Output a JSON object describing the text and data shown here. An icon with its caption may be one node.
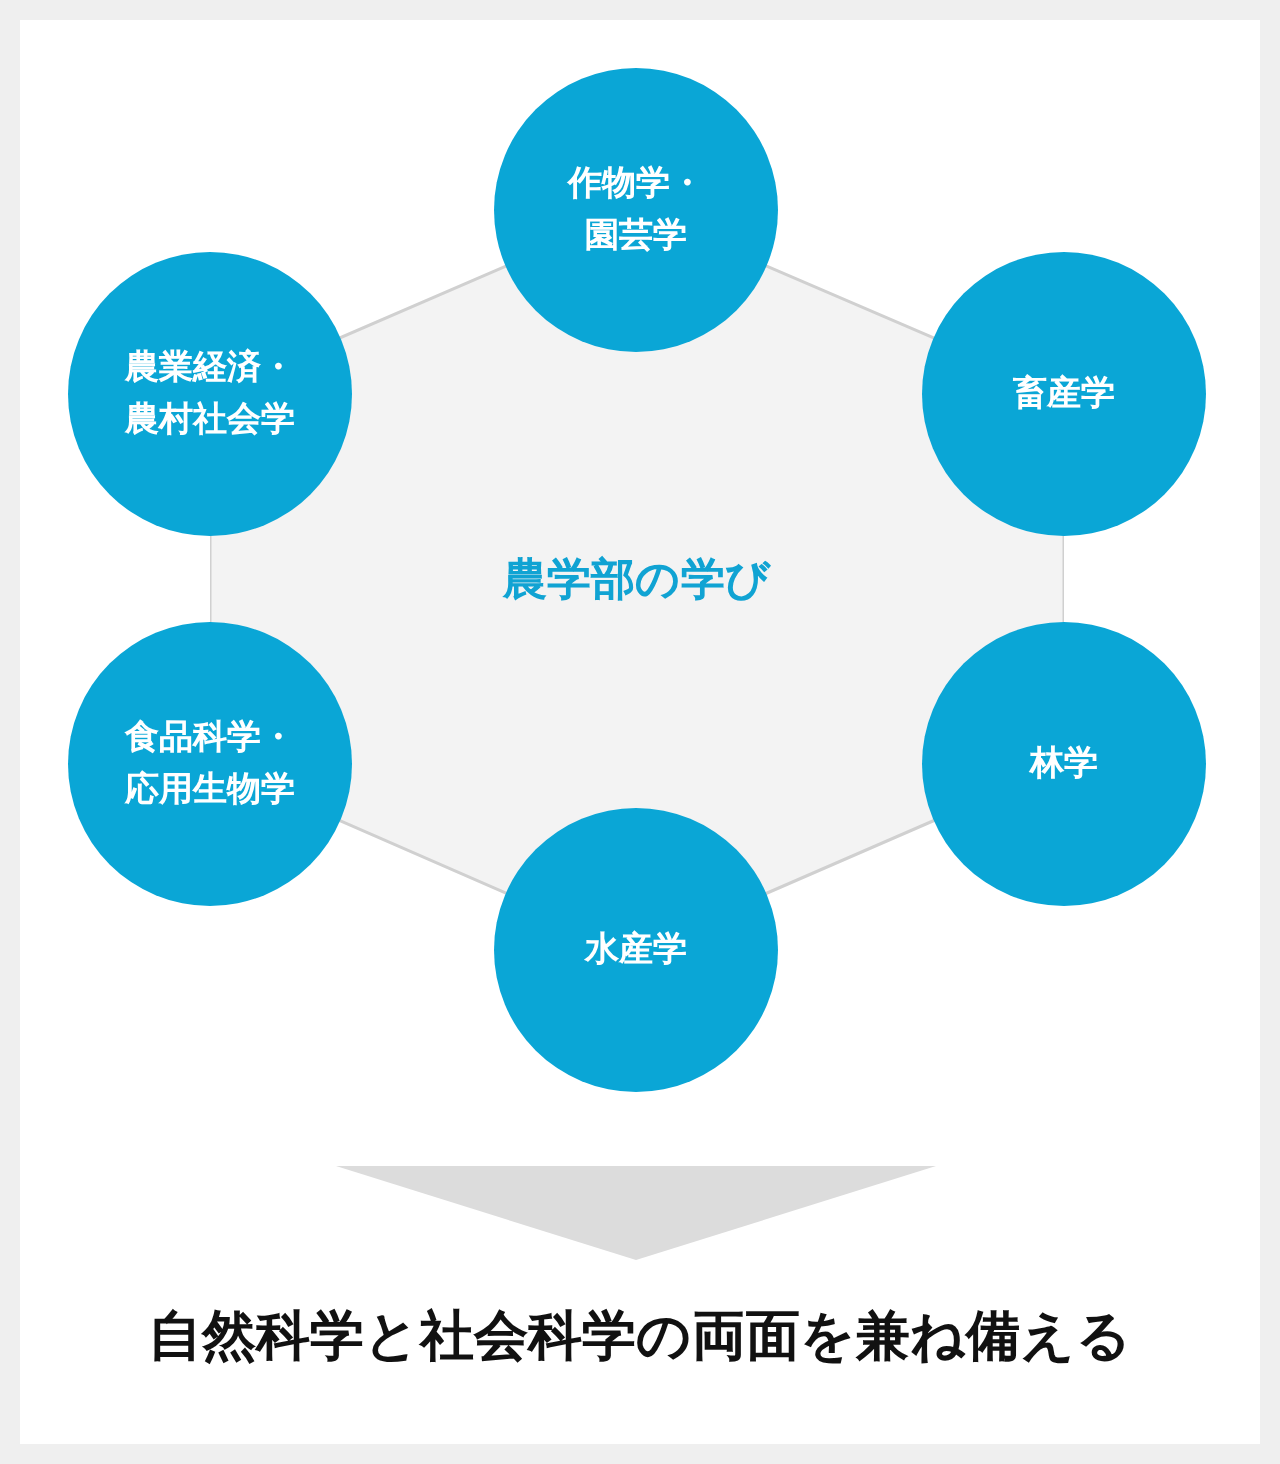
{
  "diagram": {
    "nodes": [
      {
        "text": [
          "農学部の学び"
        ]
      },
      {
        "text": [
          "作物学・園芸学"
        ]
      },
      {
        "text": [
          "農業経済・農村社会学"
        ]
      },
      {
        "text": [
          "畜産学"
        ]
      },
      {
        "text": [
          "食品科学・応用生物学"
        ]
      },
      {
        "text": [
          "林学"
        ]
      },
      {
        "text": [
          "水産学"
        ]
      },
      {
        "text": [
          "自然科学と社会科学の両面を兼ね備える"
        ]
      }
    ],
    "edges": [
      {
        "from": 0,
        "to": 7,
        "arrow": "to"
      }
    ]
  }
}
